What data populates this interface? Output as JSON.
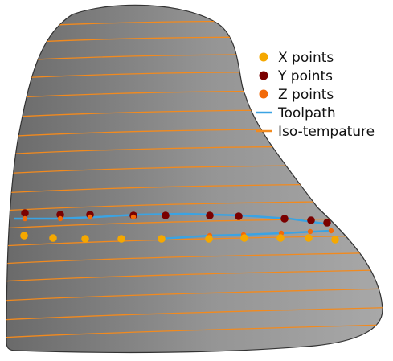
{
  "legend": {
    "items": [
      {
        "label": "X points",
        "marker": "dot",
        "color": "#f5a800"
      },
      {
        "label": "Y points",
        "marker": "dot",
        "color": "#7a0000"
      },
      {
        "label": "Z points",
        "marker": "dot",
        "color": "#f26a0a"
      },
      {
        "label": "Toolpath",
        "marker": "line",
        "color": "#3aa3e3"
      },
      {
        "label": "Iso-tempature",
        "marker": "line",
        "color": "#f28a1e"
      }
    ]
  },
  "colors": {
    "surface_light": "#a3a3a3",
    "surface_dark": "#6a6a6a",
    "surface_outline": "#333333",
    "isotherm": "#f28a1e",
    "toolpath": "#3aa3e3",
    "x_points": "#f5a800",
    "y_points": "#7a0000",
    "z_points": "#f26a0a"
  }
}
